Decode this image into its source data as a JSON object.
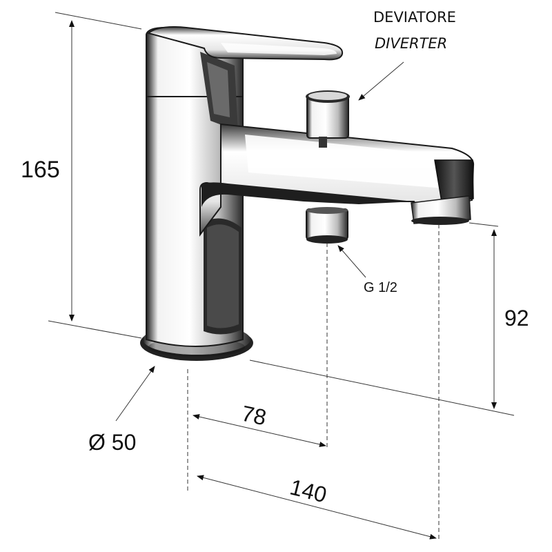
{
  "product": "single-lever bath mixer with diverter",
  "callouts": {
    "diverter_it": "DEVIATORE",
    "diverter_en": "DIVERTER",
    "thread": "G 1/2"
  },
  "dimensions": {
    "height": "165",
    "spout_height": "92",
    "base_diameter": "Ø 50",
    "outlet_offset": "78",
    "spout_reach": "140"
  }
}
